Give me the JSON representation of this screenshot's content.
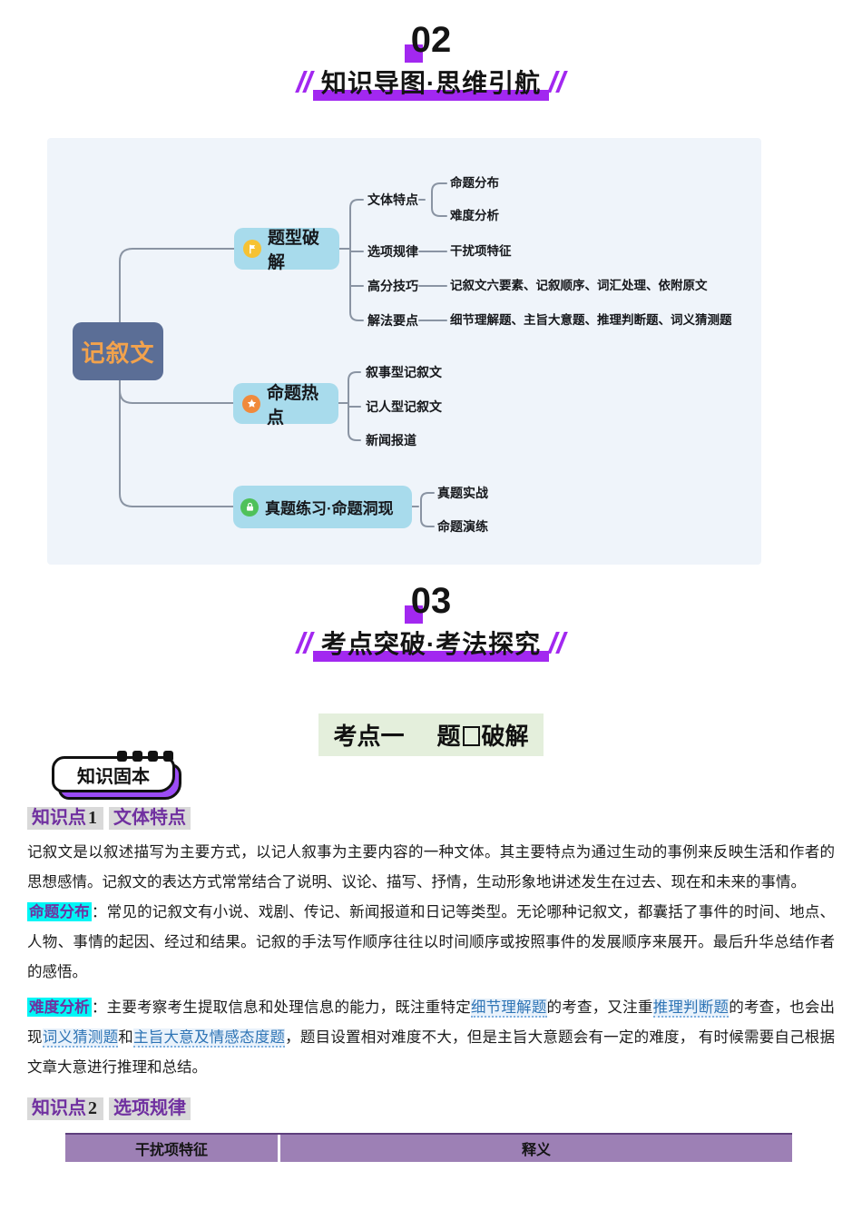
{
  "colors": {
    "accent_purple": "#A228F0",
    "heading_purple": "#7030A0",
    "highlight_gray": "#D9D9D9",
    "highlight_cyan": "#00F6F6",
    "link_blue": "#2E74B5",
    "panel_bg": "#EFF4FA",
    "root_node_bg": "#5B6E96",
    "root_node_text": "#F2A24C",
    "branch_node_bg": "#A8DBEC",
    "flag_icon_bg": "#F6C233",
    "star_icon_bg": "#F08A3C",
    "lock_icon_bg": "#4FC15A",
    "table_header_bg": "#9D80B5",
    "kaodian_bg": "#E4EFDC"
  },
  "section02": {
    "number": "02",
    "title": "知识导图·思维引航"
  },
  "mindmap": {
    "root": "记叙文",
    "branches": [
      {
        "label": "题型破解",
        "icon": "flag-icon",
        "children": [
          {
            "label": "文体特点",
            "subs": [
              "命题分布",
              "难度分析"
            ]
          },
          {
            "label": "选项规律",
            "subs": [
              "干扰项特征"
            ]
          },
          {
            "label": "高分技巧",
            "subs": [
              "记叙文六要素、记叙顺序、词汇处理、依附原文"
            ]
          },
          {
            "label": "解法要点",
            "subs": [
              "细节理解题、主旨大意题、推理判断题、词义猜测题"
            ]
          }
        ]
      },
      {
        "label": "命题热点",
        "icon": "star-icon",
        "subs": [
          "叙事型记叙文",
          "记人型记叙文",
          "新闻报道"
        ]
      },
      {
        "label": "真题练习·命题洞现",
        "icon": "lock-icon",
        "subs": [
          "真题实战",
          "命题演练"
        ]
      }
    ]
  },
  "section03": {
    "number": "03",
    "title": "考点突破·考法探究"
  },
  "kaodian": {
    "label_left": "考点一",
    "title_char": "题",
    "title_rest": "破解"
  },
  "badge": {
    "label": "知识固本"
  },
  "knowledge_point_1": {
    "tag": "知识点",
    "number": "1",
    "title": "文体特点"
  },
  "paragraph_intro": {
    "text": "记叙文是以叙述描写为主要方式，以记人叙事为主要内容的一种文体。其主要特点为通过生动的事例来反映生活和作者的思想感情。记叙文的表达方式常常结合了说明、议论、描写、抒情，生动形象地讲述发生在过去、现在和未来的事情。"
  },
  "paragraph_mingti": {
    "label": "命题分布",
    "colon": "：",
    "text": "常见的记叙文有小说、戏剧、传记、新闻报道和日记等类型。无论哪种记叙文，都囊括了事件的时间、地点、人物、事情的起因、经过和结果。记叙的手法写作顺序往往以时间顺序或按照事件的发展顺序来展开。最后升华总结作者的感悟。"
  },
  "paragraph_nandu": {
    "label": "难度分析",
    "colon": "：",
    "t1": "主要考察考生提取信息和处理信息的能力，既注重特定",
    "link1": "细节理解题",
    "t2": "的考查，又注重",
    "link2": "推理判断题",
    "t3": "的考查，也会出现",
    "link3": "词义猜测题",
    "t4": "和",
    "link4": "主旨大意及情感态度题",
    "t5": "，题目设置相对难度不大，但是主旨大意题会有一定的难度， 有时候需要自己根据文章大意进行推理和总结。"
  },
  "knowledge_point_2": {
    "tag": "知识点",
    "number": "2",
    "title": "选项规律"
  },
  "table": {
    "headers": [
      "干扰项特征",
      "释义"
    ]
  }
}
